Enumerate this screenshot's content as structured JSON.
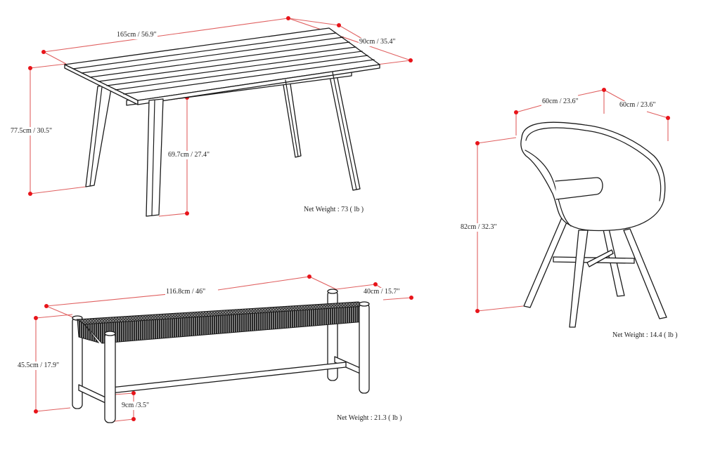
{
  "diagram": {
    "type": "product-dimension-sheet",
    "colors": {
      "dimension_line": "#e06060",
      "dimension_dot": "#e8141a",
      "ink": "#1a1a1a",
      "background": "#ffffff"
    },
    "table": {
      "length": "165cm / 56.9\"",
      "depth": "90cm / 35.4\"",
      "height": "77.5cm / 30.5\"",
      "clearance": "69.7cm / 27.4\"",
      "net_weight": "Net Weight :  73 ( lb )"
    },
    "chair": {
      "width": "60cm / 23.6\"",
      "depth": "60cm / 23.6\"",
      "height": "82cm / 32.3\"",
      "net_weight": "Net Weight :  14.4 ( lb )"
    },
    "bench": {
      "length": "116.8cm / 46\"",
      "depth": "40cm / 15.7\"",
      "height": "45.5cm / 17.9\"",
      "stretcher_height": "9cm /3.5\"",
      "net_weight": "Net Weight :  21.3 ( lb )"
    }
  }
}
